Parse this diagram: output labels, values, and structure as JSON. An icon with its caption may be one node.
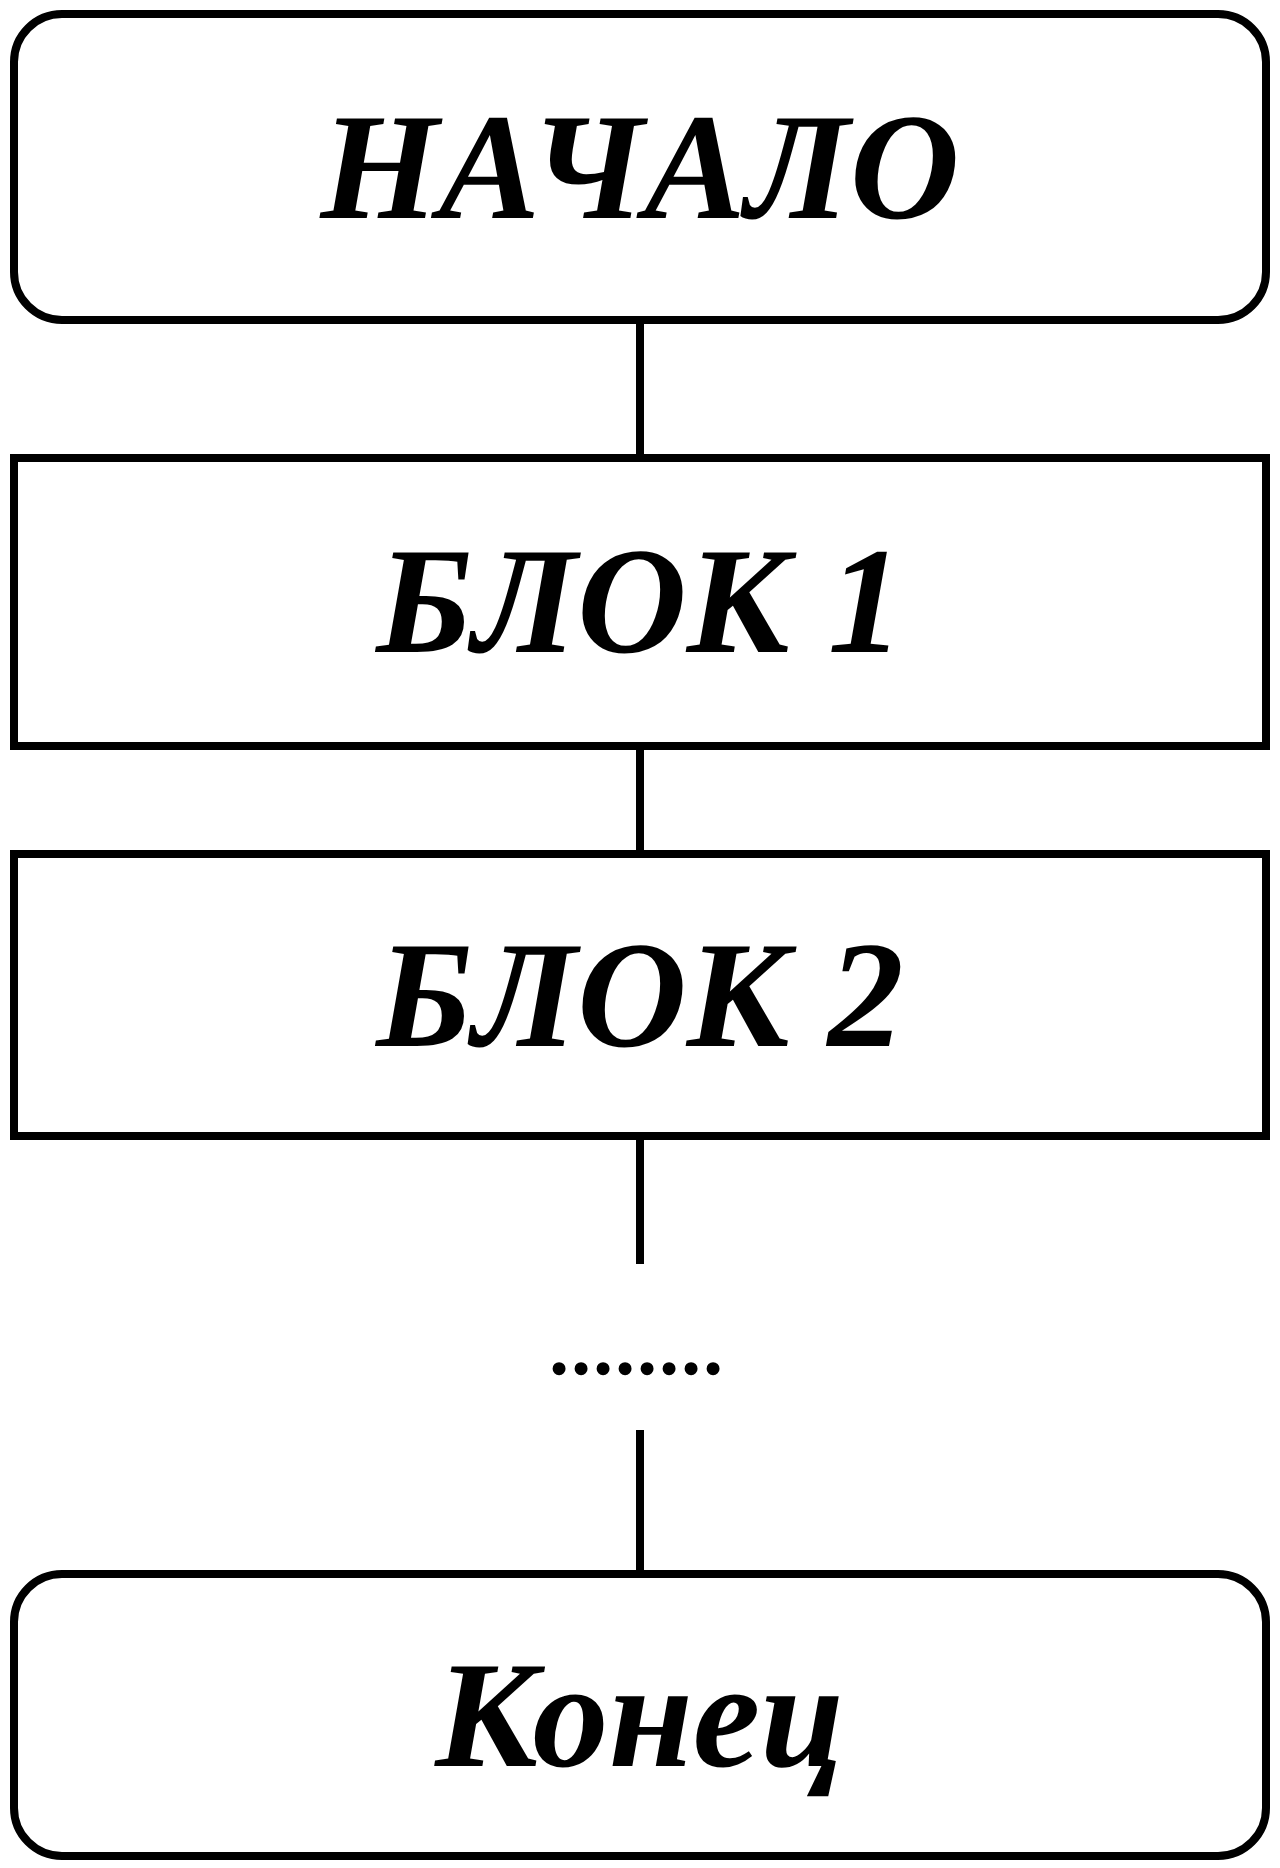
{
  "diagram": {
    "nodes": [
      {
        "text": [
          "НАЧАЛО"
        ]
      },
      {
        "text": [
          "БЛОК 1"
        ]
      },
      {
        "text": [
          "БЛОК 2"
        ]
      },
      {
        "text": [
          "........"
        ]
      },
      {
        "text": [
          "Конец"
        ]
      }
    ],
    "edges": [
      {
        "from": 0,
        "to": 1,
        "arrow": "none"
      },
      {
        "from": 1,
        "to": 2,
        "arrow": "none"
      },
      {
        "from": 2,
        "to": 3,
        "arrow": "none"
      },
      {
        "from": 3,
        "to": 4,
        "arrow": "none"
      }
    ]
  }
}
